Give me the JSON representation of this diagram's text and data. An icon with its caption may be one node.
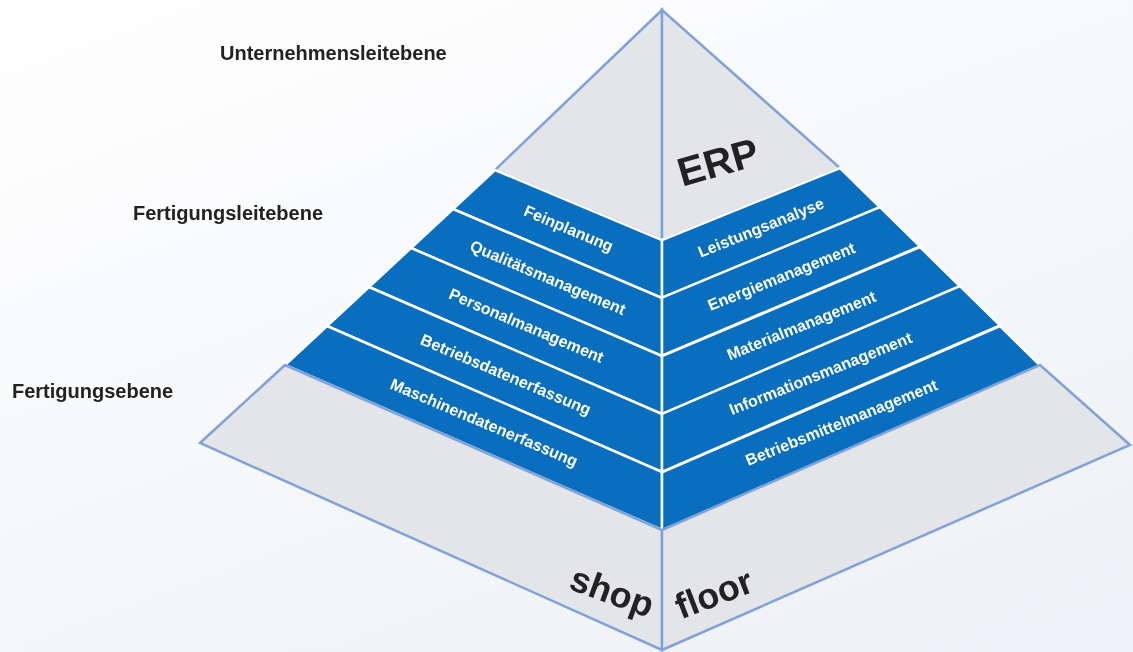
{
  "diagram": {
    "nodes": [
      {
        "text": [],
        "shape": "triangle"
      },
      {
        "text": [
          "ERP"
        ]
      },
      {
        "text": [
          "Feinplanung"
        ]
      },
      {
        "text": [
          "Qualitätsmanagement"
        ]
      },
      {
        "text": [
          "Personalmanagement"
        ]
      },
      {
        "text": [
          "Betriebsdatenerfassung"
        ]
      },
      {
        "text": [
          "Maschinendatenerfassung"
        ]
      },
      {
        "text": [
          "Leistungsanalyse"
        ]
      },
      {
        "text": [
          "Energiemanagement"
        ]
      },
      {
        "text": [
          "Materialmanagement"
        ]
      },
      {
        "text": [
          "Informationsmanagement"
        ]
      },
      {
        "text": [
          "Betriebsmittelmanagement"
        ]
      },
      {
        "text": [
          "shop"
        ]
      },
      {
        "text": [
          "floor"
        ]
      }
    ],
    "edges": [],
    "labels": [
      "Unternehmensleitebene",
      "Fertigungsleitebene",
      "Fertigungsebene"
    ]
  }
}
